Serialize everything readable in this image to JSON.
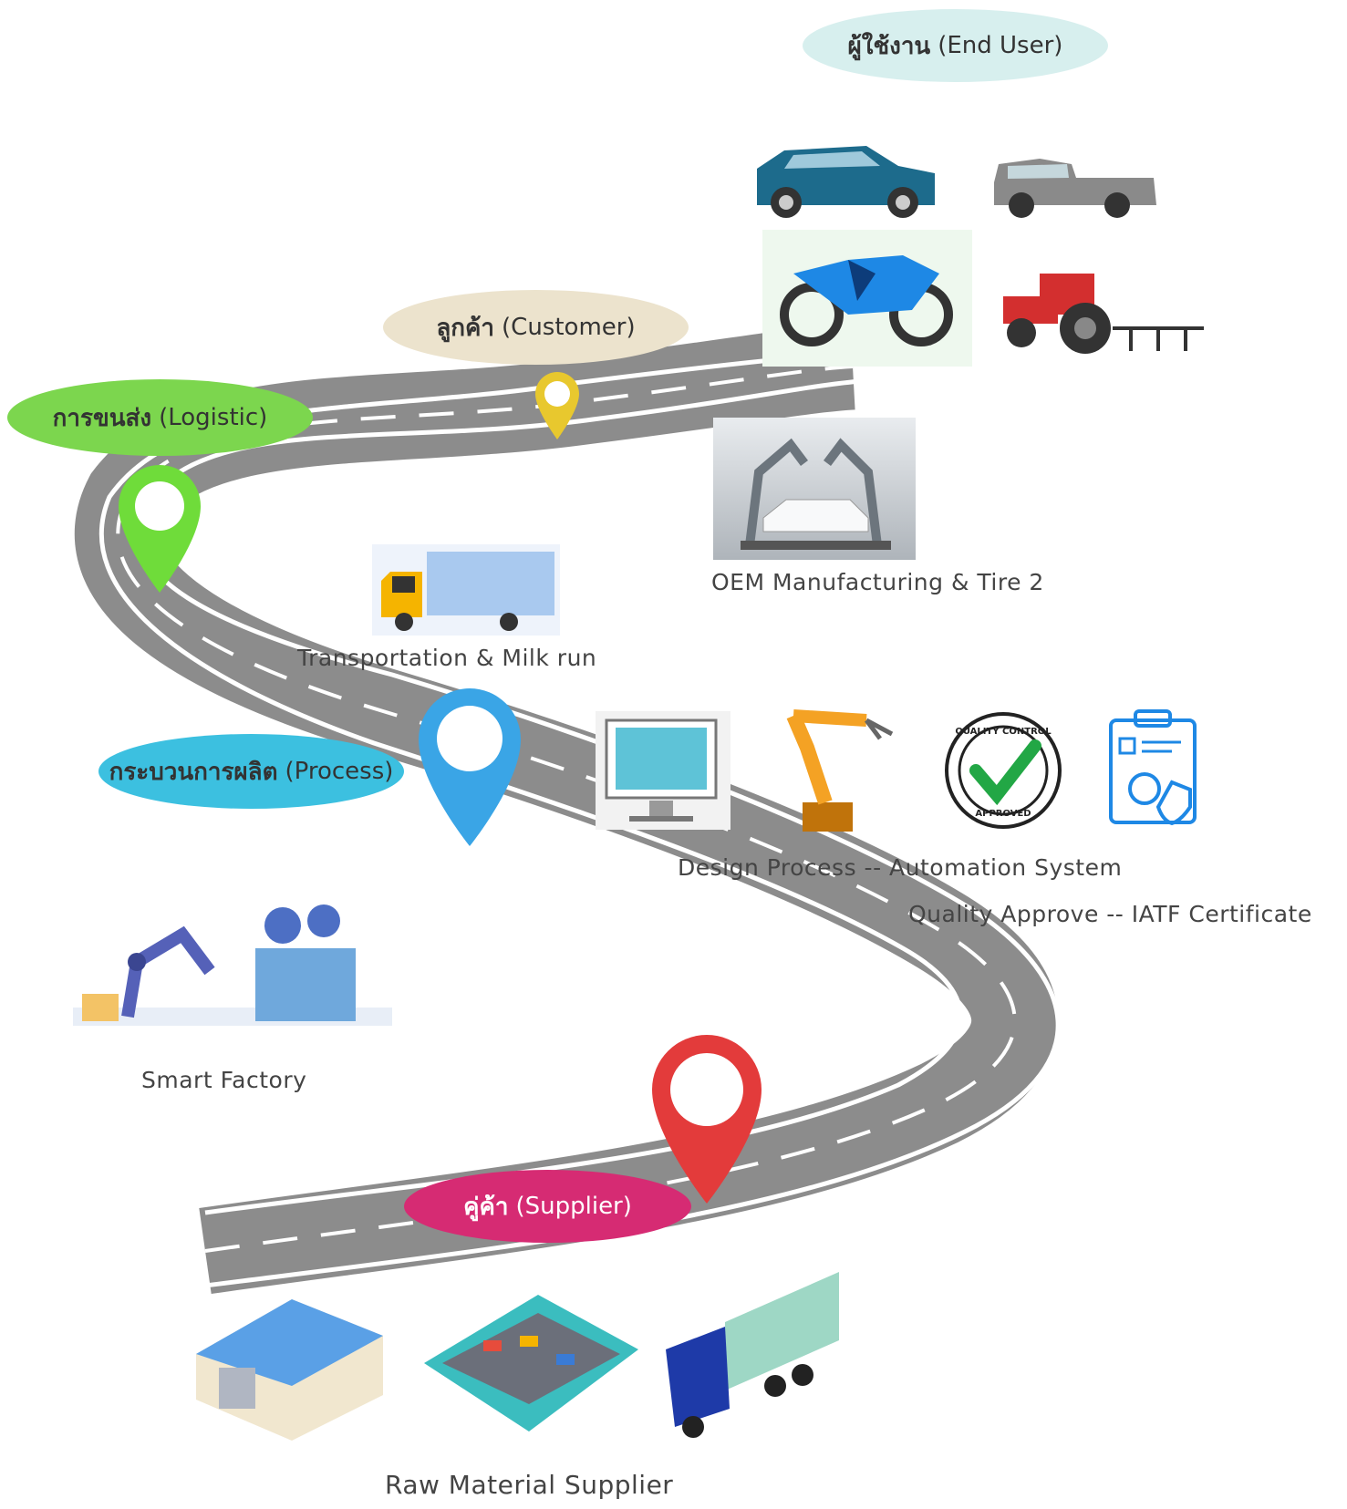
{
  "stages": {
    "end_user": {
      "thai": "ผู้ใช้งาน",
      "en": "(End User)",
      "color": "#d7efee"
    },
    "customer": {
      "thai": "ลูกค้า",
      "en": "(Customer)",
      "color": "#ece3cd",
      "pin_color": "#e8c82e"
    },
    "logistic": {
      "thai": "การขนส่ง",
      "en": "(Logistic)",
      "color": "#7cd64e",
      "pin_color": "#6fdc3a"
    },
    "process": {
      "thai": "กระบวนการผลิต",
      "en": "(Process)",
      "color": "#3cc0e0",
      "pin_color": "#3aa5e6"
    },
    "supplier": {
      "thai": "คู่ค้า",
      "en": "(Supplier)",
      "color": "#d62b73",
      "pin_color": "#e33b3b"
    }
  },
  "captions": {
    "oem": "OEM Manufacturing & Tire 2",
    "transport": "Transportation & Milk run",
    "design": "Design Process -- Automation System",
    "quality": "Quality Approve -- IATF Certificate",
    "smart_factory": "Smart Factory",
    "raw_material": "Raw Material Supplier"
  },
  "badge": {
    "top": "QUALITY CONTROL",
    "bottom": "APPROVED"
  },
  "colors": {
    "road": "#8c8c8c",
    "road_line": "#ffffff"
  }
}
